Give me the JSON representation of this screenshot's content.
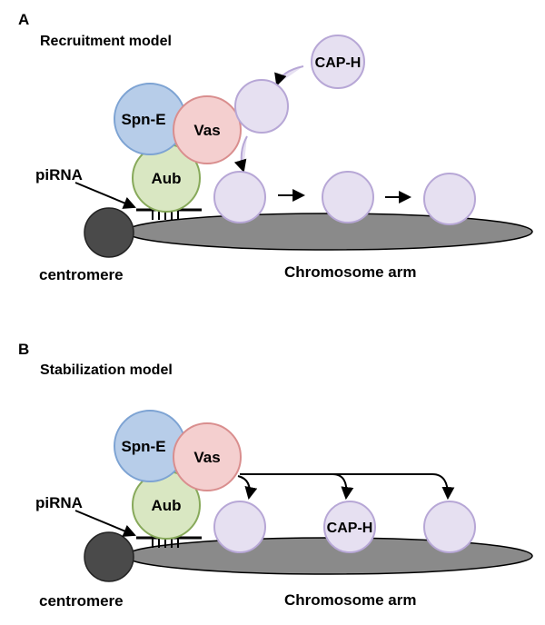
{
  "colors": {
    "spn_e_fill": "#b7cde9",
    "spn_e_stroke": "#7da3d3",
    "vas_fill": "#f4cfcf",
    "vas_stroke": "#d98e8e",
    "aub_fill": "#d9e7c2",
    "aub_stroke": "#87a95a",
    "cap_h_fill": "#e6e0f1",
    "cap_h_stroke": "#b7a7d6",
    "chromosome_fill": "#8a8a8a",
    "centromere_fill": "#4a4a4a"
  },
  "panels": [
    {
      "letter": "A",
      "title": "Recruitment model",
      "labels": {
        "spn_e": "Spn-E",
        "vas": "Vas",
        "aub": "Aub",
        "pirna": "piRNA",
        "centromere": "centromere",
        "chromosome_arm": "Chromosome arm",
        "cap_h": "CAP-H"
      }
    },
    {
      "letter": "B",
      "title": "Stabilization model",
      "labels": {
        "spn_e": "Spn-E",
        "vas": "Vas",
        "aub": "Aub",
        "pirna": "piRNA",
        "centromere": "centromere",
        "chromosome_arm": "Chromosome arm",
        "cap_h": "CAP-H"
      }
    }
  ]
}
